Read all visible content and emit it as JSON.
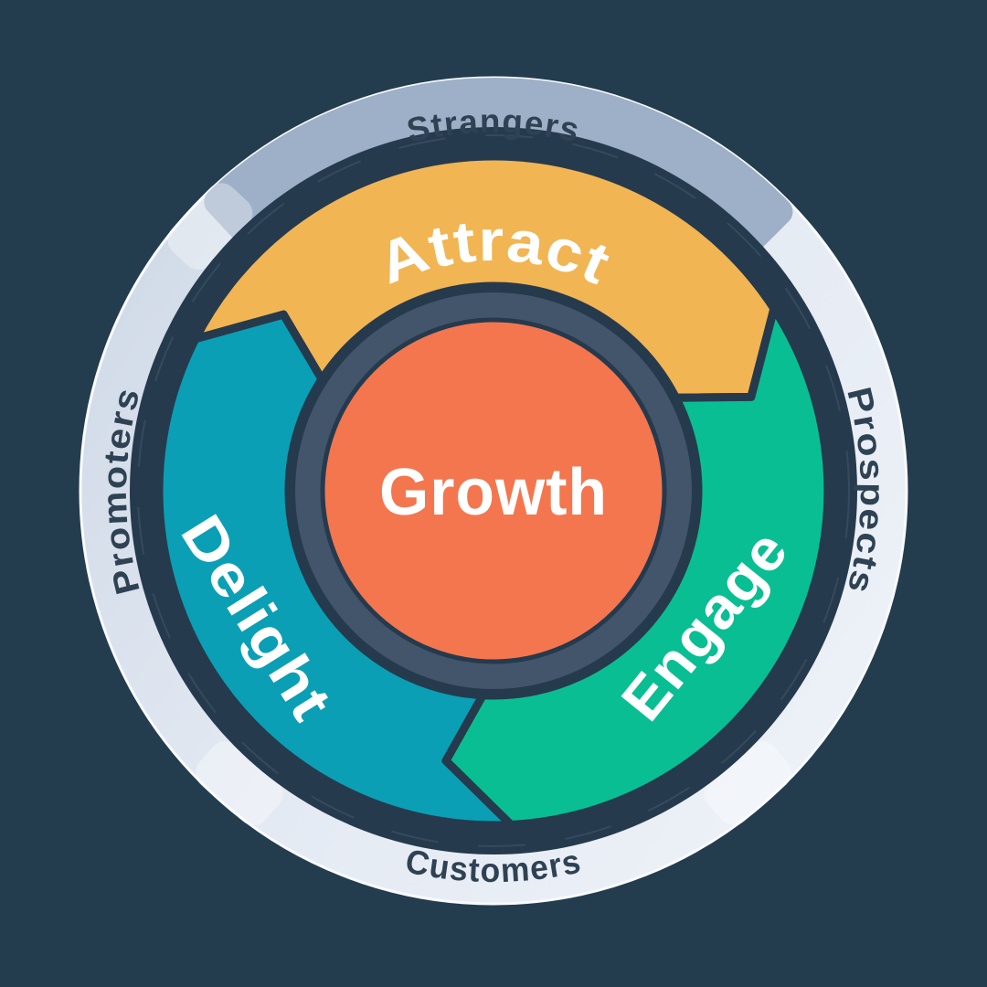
{
  "background_color": "#233C4E",
  "flywheel": {
    "center_label": "Growth",
    "center_color": "#F4764E",
    "hub_ring_color": "#42556B",
    "wheel_color": "#263A4D",
    "segment_label_color": "#FFFFFF",
    "segments": [
      {
        "label": "Attract",
        "color": "#F2B553"
      },
      {
        "label": "Engage",
        "color": "#0ABE93"
      },
      {
        "label": "Delight",
        "color": "#0A9FB5"
      }
    ],
    "outer_ring": {
      "color_start": "#CED8E6",
      "color_mid": "#E4EAF3",
      "color_end": "#EEF2F8",
      "edge_highlight_color": "#F8FAFD",
      "highlight_arc_color": "#9DB0C7",
      "label_color": "#2F4254",
      "labels": [
        {
          "label": "Strangers"
        },
        {
          "label": "Prospects"
        },
        {
          "label": "Customers"
        },
        {
          "label": "Promoters"
        }
      ]
    }
  }
}
